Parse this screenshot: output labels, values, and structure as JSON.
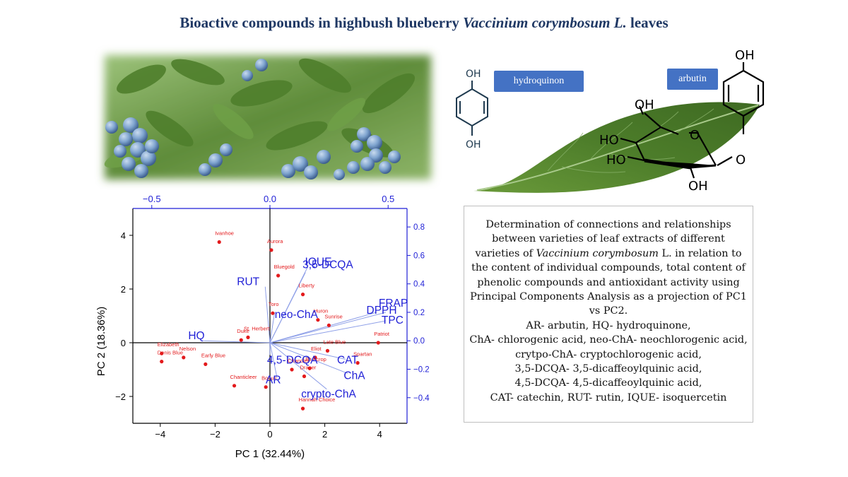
{
  "title": {
    "prefix": "Bioactive compounds in highbush blueberry ",
    "species": "Vaccinium corymbosum L.",
    "suffix": " leaves"
  },
  "labels": {
    "hydroquinon": "hydroquinon",
    "arbutin": "arbutin",
    "oh": "OH",
    "o": "O",
    "ho": "HO"
  },
  "description": {
    "line1": "Determination of connections and relationships between varieties of leaf extracts of different varieties of ",
    "species": "Vaccinium corymbosum",
    "line2": " L. in relation to the content of individual compounds, total content of phenolic compounds and antioxidant activity using Principal Components Analysis as a projection of PC1 vs PC2.",
    "abbrev": [
      "AR- arbutin, HQ- hydroquinone,",
      "ChA- chlorogenic acid, neo-ChA- neochlorogenic acid, crytpo-ChA- cryptochlorogenic acid,",
      "3,5-DCQA- 3,5-dicaffeoylquinic acid,",
      "4,5-DCQA- 4,5-dicaffeoylquinic acid,",
      "CAT- catechin, RUT- rutin, IQUE- isoquercetin"
    ]
  },
  "colors": {
    "title": "#1f3864",
    "chip": "#4472c4",
    "points": "#e31a1c",
    "loadings": "#1f1fd6",
    "loading_lines": "#8fa0e8"
  },
  "chart_data": {
    "type": "scatter",
    "title": "",
    "xlabel": "PC 1 (32.44%)",
    "ylabel": "PC 2 (18.36%)",
    "xlim": [
      -5,
      5
    ],
    "ylim": [
      -3,
      5
    ],
    "xticks": [
      -4,
      -2,
      0,
      2,
      4
    ],
    "yticks": [
      -2,
      0,
      2,
      4
    ],
    "secondary_xlim": [
      -0.58,
      0.58
    ],
    "secondary_ylim": [
      -0.58,
      0.93
    ],
    "secondary_xticks": [
      "-0.5",
      "0.0",
      "0.5"
    ],
    "secondary_yticks": [
      "-0.4",
      "-0.2",
      "0.0",
      "0.2",
      "0.4",
      "0.6",
      "0.8"
    ],
    "secondary_xtick_values": [
      -0.5,
      0.0,
      0.5
    ],
    "secondary_ytick_values": [
      -0.4,
      -0.2,
      0.0,
      0.2,
      0.4,
      0.6,
      0.8
    ],
    "scores": [
      {
        "name": "Ivanhoe",
        "x": -1.85,
        "y": 3.75
      },
      {
        "name": "Aurora",
        "x": 0.05,
        "y": 3.45
      },
      {
        "name": "Bluegold",
        "x": 0.3,
        "y": 2.5
      },
      {
        "name": "Liberty",
        "x": 1.2,
        "y": 1.8
      },
      {
        "name": "Toro",
        "x": 0.1,
        "y": 1.1
      },
      {
        "name": "Huron",
        "x": 1.75,
        "y": 0.85
      },
      {
        "name": "Sunrise",
        "x": 2.15,
        "y": 0.65
      },
      {
        "name": "St. Herbert",
        "x": -0.8,
        "y": 0.2
      },
      {
        "name": "Duke",
        "x": -1.05,
        "y": 0.1
      },
      {
        "name": "Elizabeth",
        "x": -3.95,
        "y": -0.4
      },
      {
        "name": "Nelson",
        "x": -3.15,
        "y": -0.55
      },
      {
        "name": "Denis Blue",
        "x": -3.95,
        "y": -0.7
      },
      {
        "name": "Early Blue",
        "x": -2.35,
        "y": -0.8
      },
      {
        "name": "Late Blue",
        "x": 2.1,
        "y": -0.3
      },
      {
        "name": "Eliot",
        "x": 1.65,
        "y": -0.55
      },
      {
        "name": "Patriot",
        "x": 3.95,
        "y": 0.0
      },
      {
        "name": "Spartan",
        "x": 3.2,
        "y": -0.75
      },
      {
        "name": "Chandler",
        "x": 0.8,
        "y": -1.0
      },
      {
        "name": "Draper",
        "x": 1.25,
        "y": -1.25
      },
      {
        "name": "Bluecrop",
        "x": 1.45,
        "y": -0.95
      },
      {
        "name": "Bonus",
        "x": -0.15,
        "y": -1.65
      },
      {
        "name": "Chanticleer",
        "x": -1.3,
        "y": -1.6
      },
      {
        "name": "Hannah Choice",
        "x": 1.2,
        "y": -2.45
      }
    ],
    "loadings": [
      {
        "name": "IQUE",
        "x": 0.16,
        "y": 0.52
      },
      {
        "name": "3,5-DCQA",
        "x": 0.15,
        "y": 0.48
      },
      {
        "name": "RUT",
        "x": -0.02,
        "y": 0.38
      },
      {
        "name": "neo-ChA",
        "x": 0.02,
        "y": 0.2
      },
      {
        "name": "DPPH",
        "x": 0.45,
        "y": 0.2
      },
      {
        "name": "FRAP",
        "x": 0.49,
        "y": 0.2
      },
      {
        "name": "TPC",
        "x": 0.49,
        "y": 0.14
      },
      {
        "name": "HQ",
        "x": -0.28,
        "y": 0.0
      },
      {
        "name": "4,5-DCQA",
        "x": 0.0,
        "y": -0.1
      },
      {
        "name": "CAT",
        "x": 0.32,
        "y": -0.13
      },
      {
        "name": "ChA",
        "x": 0.33,
        "y": -0.23
      },
      {
        "name": "AR",
        "x": 0.03,
        "y": -0.26
      },
      {
        "name": "crypto-ChA",
        "x": 0.24,
        "y": -0.34
      }
    ]
  }
}
